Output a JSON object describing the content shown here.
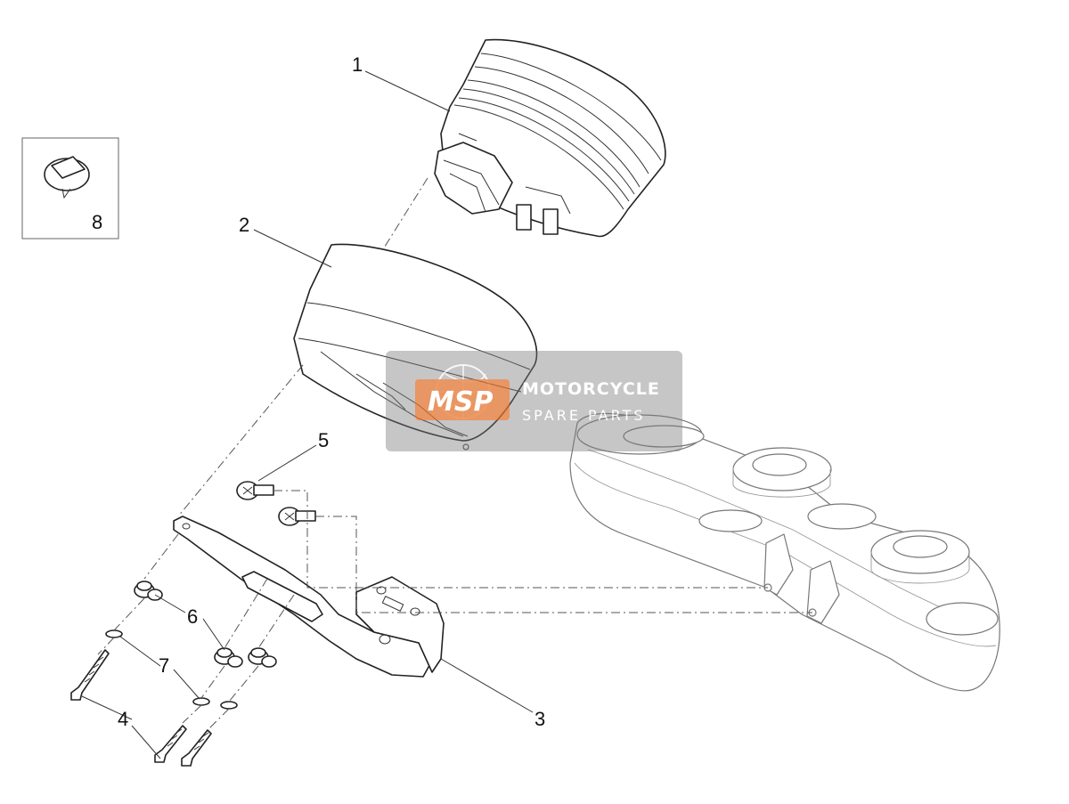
{
  "callouts": {
    "c1": "1",
    "c2": "2",
    "c3": "3",
    "c4": "4",
    "c5": "5",
    "c6": "6",
    "c7": "7",
    "c8": "8"
  },
  "watermark": {
    "logo": "MSP",
    "line1": "MOTORCYCLE",
    "line2": "SPARE PARTS",
    "color": "#e8732a"
  }
}
